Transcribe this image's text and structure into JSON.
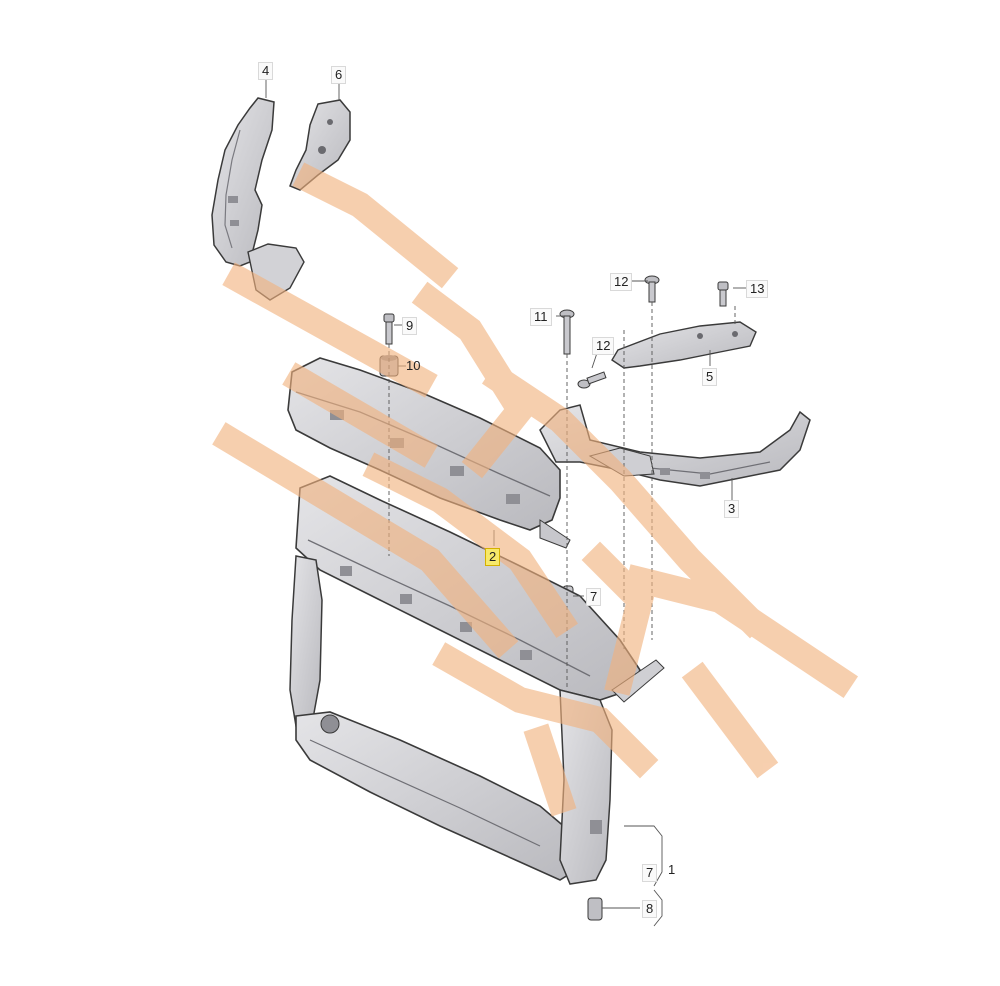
{
  "diagram": {
    "watermark_color": "#f2b27e",
    "part_fill": "#d2d2d6",
    "part_shade": "#a9a9ae",
    "outline": "#3a3a3a",
    "highlight_fill": "#f7e96a",
    "callouts": [
      {
        "id": "c4",
        "label": "4"
      },
      {
        "id": "c6",
        "label": "6"
      },
      {
        "id": "c12a",
        "label": "12"
      },
      {
        "id": "c13",
        "label": "13"
      },
      {
        "id": "c11",
        "label": "11"
      },
      {
        "id": "c9",
        "label": "9"
      },
      {
        "id": "c12b",
        "label": "12"
      },
      {
        "id": "c10",
        "label": "10"
      },
      {
        "id": "c5",
        "label": "5"
      },
      {
        "id": "c3",
        "label": "3"
      },
      {
        "id": "c2",
        "label": "2"
      },
      {
        "id": "c7a",
        "label": "7"
      },
      {
        "id": "c7b",
        "label": "7"
      },
      {
        "id": "c1",
        "label": "1"
      },
      {
        "id": "c8",
        "label": "8"
      }
    ]
  }
}
